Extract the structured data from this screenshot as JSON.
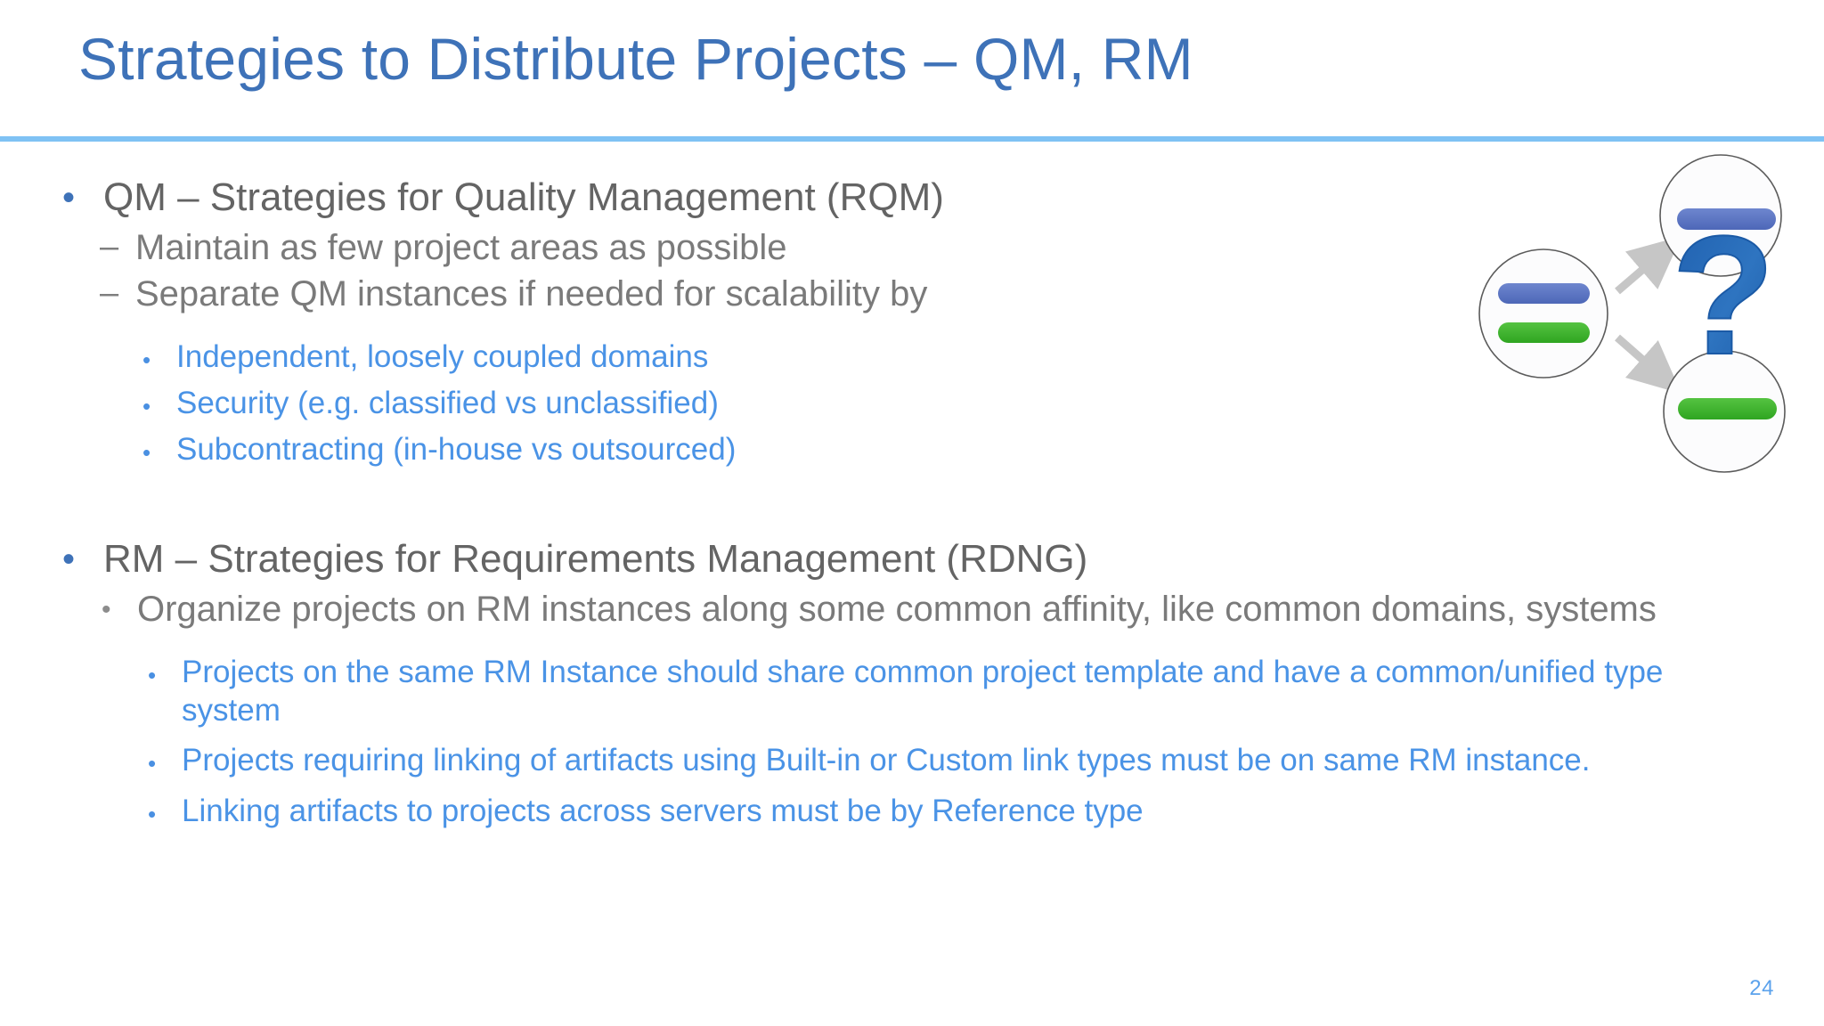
{
  "slide": {
    "title": "Strategies to Distribute Projects – QM, RM",
    "page_number": "24",
    "colors": {
      "title_blue": "#3E72B8",
      "rule_blue": "#7FC2F4",
      "body_gray": "#7A7A7A",
      "accent_blue": "#4A93E6",
      "page_number_blue": "#5BA2EC",
      "bar_blue": "#5B75C4",
      "bar_green": "#3FB52E",
      "arrow_gray": "#C8C8C8",
      "question_mark_blue": "#2D6CB5"
    },
    "markers": {
      "dot": "•",
      "dash": "–"
    },
    "sections": {
      "qm": {
        "heading": "QM – Strategies for Quality Management (RQM)",
        "sub": [
          "Maintain as few project areas as possible",
          "Separate QM instances if needed for scalability by"
        ],
        "details": [
          "Independent, loosely coupled domains",
          "Security (e.g. classified vs unclassified)",
          "Subcontracting (in-house vs outsourced)"
        ]
      },
      "rm": {
        "heading": "RM – Strategies for Requirements Management (RDNG)",
        "sub": [
          "Organize projects on RM instances along some common affinity, like common domains, systems"
        ],
        "details": [
          "Projects on the same RM Instance should share common project template and have a common/unified type system",
          "Projects requiring linking of artifacts using Built-in or Custom link types must be on same RM instance.",
          "Linking artifacts to projects across servers must be by Reference type"
        ]
      }
    },
    "diagram": {
      "name": "project-split-diagram",
      "source_circle_label": "combined-project",
      "target_circles": [
        "blue-project",
        "green-project"
      ],
      "overlay_glyph": "?"
    }
  }
}
